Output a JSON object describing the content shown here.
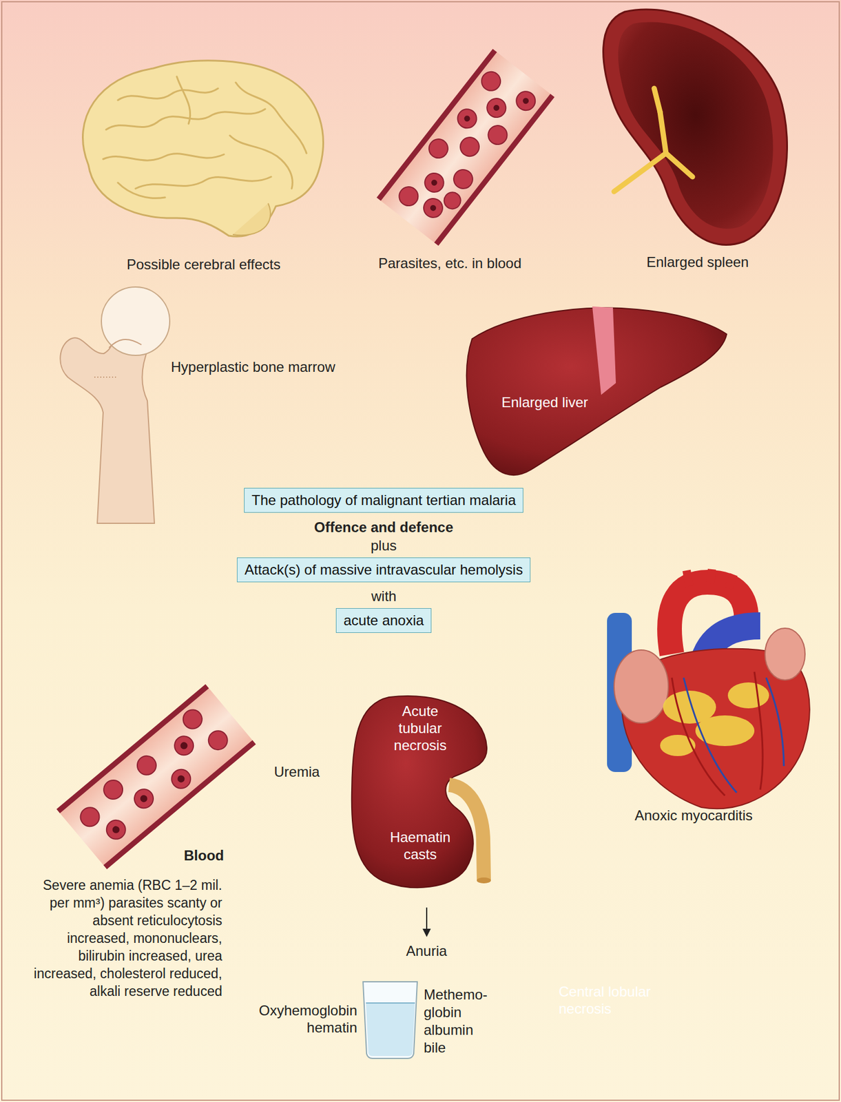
{
  "diagram": {
    "nodes": [
      {
        "text": [
          "Enlarged liver"
        ]
      },
      {
        "text": [
          "The pathology of malignant tertian malaria"
        ]
      },
      {
        "text": [
          "Attack(s) of massive intravascular hemolysis"
        ]
      },
      {
        "text": [
          "acute anoxia"
        ]
      },
      {
        "text": [
          "Acute tubular necrosis",
          "Haematin casts"
        ]
      },
      {
        "text": [
          "Central lobular necrosis"
        ]
      }
    ],
    "labels": [
      "Possible cerebral effects",
      "Parasites, etc. in blood",
      "Enlarged spleen",
      "Hyperplastic bone marrow",
      "Offence and defence",
      "plus",
      "with",
      "Uremia",
      "Anoxic myocarditis",
      "Blood",
      "Severe anemia (RBC 1–2 mil. per mm³) parasites scanty or absent reticulocytosis increased, mononuclears, bilirubin increased, urea increased, cholesterol reduced, alkali reserve reduced",
      "Anuria",
      "Oxyhemoglobin hematin",
      "Methemo- globin albumin bile"
    ]
  }
}
